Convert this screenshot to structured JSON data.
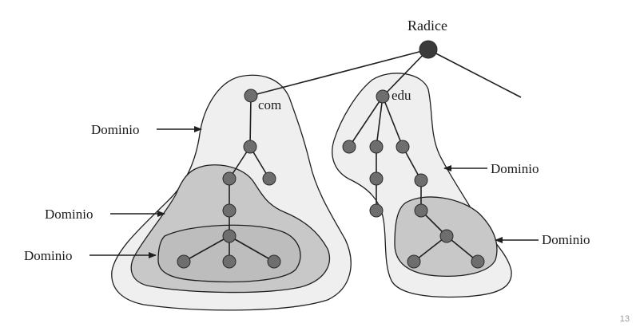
{
  "diagram": {
    "root_label": "Radice",
    "node_labels": {
      "com": "com",
      "edu": "edu"
    },
    "domain_label": "Dominio",
    "domain_labels": [
      "Dominio",
      "Dominio",
      "Dominio",
      "Dominio"
    ]
  },
  "page_number": "13",
  "colors": {
    "outer_fill": "#efefef",
    "mid_fill": "#c8c8c8",
    "inner_fill": "#bdbdbd",
    "node_fill": "#6e6e6e",
    "root_fill": "#3a3a3a",
    "stroke": "#1f1f1f"
  }
}
